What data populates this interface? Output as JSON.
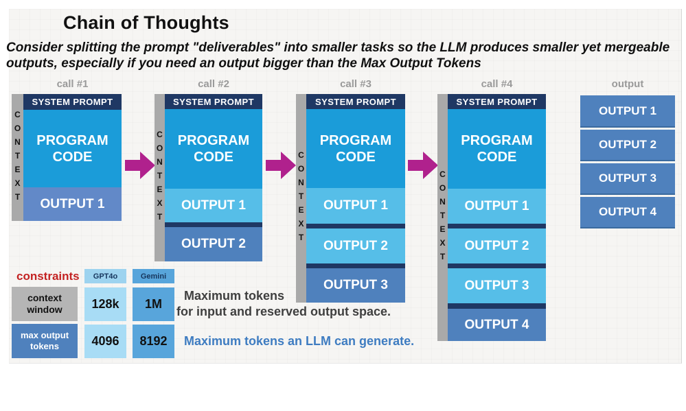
{
  "title": "Chain of Thoughts",
  "subtitle": "Consider splitting the prompt \"deliverables\" into smaller tasks so the LLM produces smaller yet mergeable outputs, especially if you need an output bigger than the Max Output Tokens",
  "labels": {
    "context": "CONTEXT",
    "system_prompt": "SYSTEM PROMPT",
    "program_code": "PROGRAM CODE"
  },
  "calls": [
    {
      "label": "call #1",
      "outputs": [
        {
          "label": "OUTPUT 1"
        }
      ]
    },
    {
      "label": "call #2",
      "outputs": [
        {
          "label": "OUTPUT 1"
        },
        {
          "label": "OUTPUT 2"
        }
      ]
    },
    {
      "label": "call #3",
      "outputs": [
        {
          "label": "OUTPUT 1"
        },
        {
          "label": "OUTPUT 2"
        },
        {
          "label": "OUTPUT 3"
        }
      ]
    },
    {
      "label": "call #4",
      "outputs": [
        {
          "label": "OUTPUT 1"
        },
        {
          "label": "OUTPUT 2"
        },
        {
          "label": "OUTPUT 3"
        },
        {
          "label": "OUTPUT 4"
        }
      ]
    }
  ],
  "output_column": {
    "label": "output",
    "items": [
      "OUTPUT 1",
      "OUTPUT 2",
      "OUTPUT 3",
      "OUTPUT 4"
    ]
  },
  "constraints_table": {
    "label": "constraints",
    "columns": [
      "GPT4o",
      "Gemini"
    ],
    "rows": [
      {
        "label": "context window",
        "values": [
          "128k",
          "1M"
        ]
      },
      {
        "label": "max output tokens",
        "values": [
          "4096",
          "8192"
        ]
      }
    ]
  },
  "annotations": {
    "context_window_note_line1": "Maximum tokens",
    "context_window_note_line2": "for input and reserved output space.",
    "max_output_note": "Maximum tokens an LLM can generate."
  },
  "colors": {
    "system_prompt_bg": "#1F3864",
    "program_code_bg": "#1B9CD9",
    "output_history_bg": "#56BEE8",
    "output_final_bg": "#4F81BD",
    "output_call1_bg": "#6289C8",
    "context_strip_bg": "#A9A9A9",
    "arrow": "#B0218D",
    "constraints_label_red": "#C32222",
    "gpt4o_column_bg": "#A8DCF5",
    "gemini_column_bg": "#58A5DB",
    "note_blue": "#3E7CC1"
  }
}
